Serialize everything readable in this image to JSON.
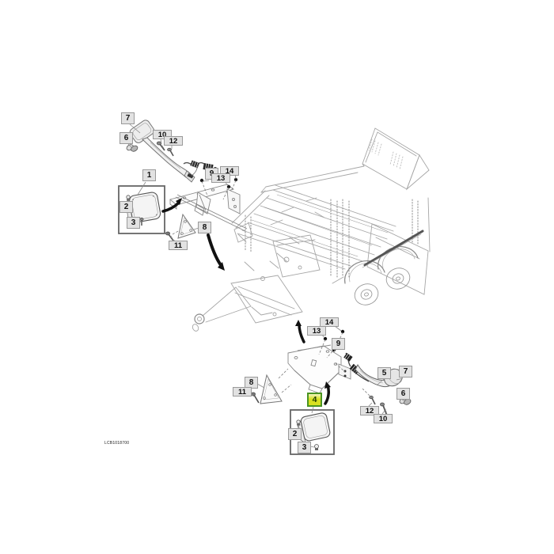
{
  "figure": {
    "image_code": "LCB1018700",
    "highlight": {
      "fill": "#d7e021",
      "fill_top": "#f2f5c0",
      "border": "#4a9422",
      "text": "#1c3b00"
    },
    "label_style": {
      "fill": "#e2e2e2",
      "border": "#9a9a9a",
      "text": "#111111"
    },
    "line_color": "#9f9f9f",
    "arrow_color": "#111111"
  },
  "callouts": {
    "upper": [
      {
        "text": "7"
      },
      {
        "text": "6"
      },
      {
        "text": "10"
      },
      {
        "text": "12"
      },
      {
        "text": "1"
      },
      {
        "text": "9"
      },
      {
        "text": "14"
      },
      {
        "text": "13"
      },
      {
        "text": "2"
      },
      {
        "text": "3"
      },
      {
        "text": "8"
      },
      {
        "text": "11"
      }
    ],
    "lower": [
      {
        "text": "14"
      },
      {
        "text": "13"
      },
      {
        "text": "9"
      },
      {
        "text": "8"
      },
      {
        "text": "11"
      },
      {
        "text": "5"
      },
      {
        "text": "7"
      },
      {
        "text": "6"
      },
      {
        "text": "12"
      },
      {
        "text": "10"
      },
      {
        "text": "4"
      },
      {
        "text": "2"
      },
      {
        "text": "3"
      }
    ]
  }
}
